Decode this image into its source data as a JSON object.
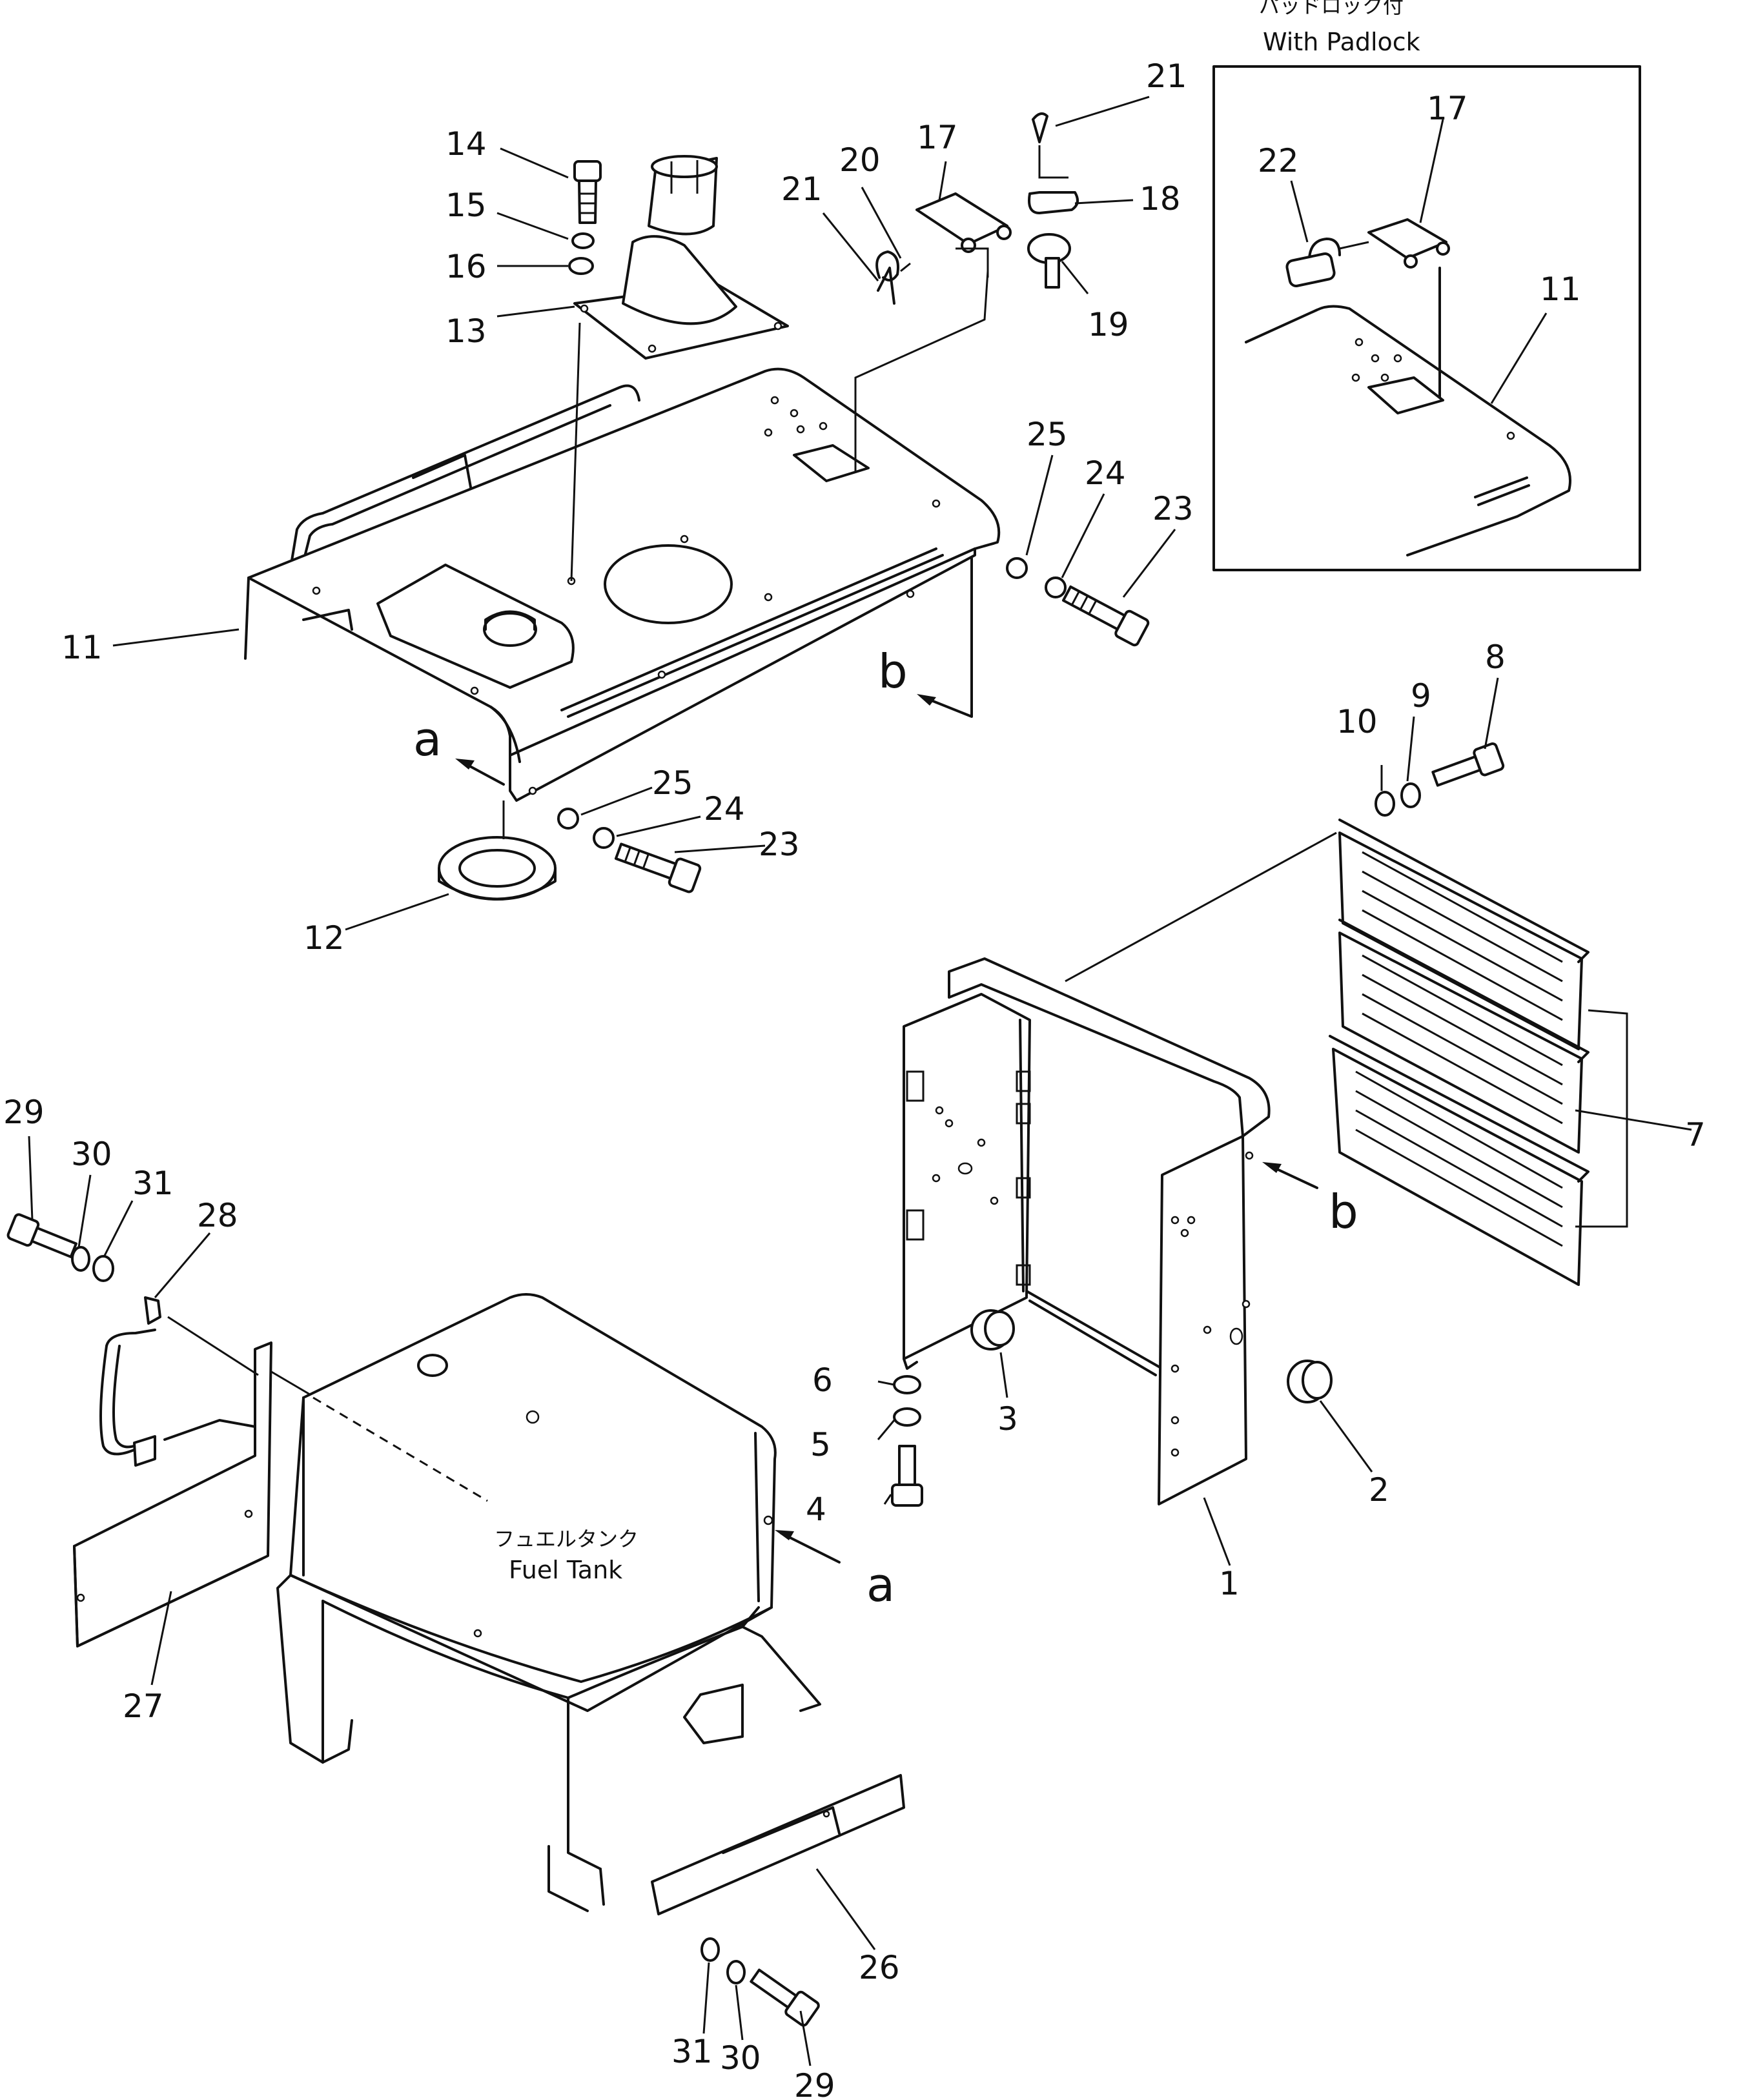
{
  "inset": {
    "caption_ja": "パッドロック付",
    "caption_en": "With Padlock",
    "labels": {
      "p17": "17",
      "p22": "22",
      "p11": "11"
    }
  },
  "tank": {
    "label_ja": "フュエルタンク",
    "label_en": "Fuel Tank"
  },
  "views": {
    "a_top": "a",
    "b_top": "b",
    "a_tank": "a",
    "b_frame": "b"
  },
  "labels": {
    "p1": "1",
    "p2": "2",
    "p3": "3",
    "p4": "4",
    "p5": "5",
    "p6": "6",
    "p7": "7",
    "p8": "8",
    "p9": "9",
    "p10": "10",
    "p11": "11",
    "p12": "12",
    "p13": "13",
    "p14": "14",
    "p15": "15",
    "p16": "16",
    "p17": "17",
    "p18": "18",
    "p19": "19",
    "p20": "20",
    "p21a": "21",
    "p21b": "21",
    "p23a": "23",
    "p24a": "24",
    "p25a": "25",
    "p23b": "23",
    "p24b": "24",
    "p25b": "25",
    "p26": "26",
    "p27": "27",
    "p28": "28",
    "p29a": "29",
    "p30a": "30",
    "p31a": "31",
    "p29b": "29",
    "p30b": "30",
    "p31b": "31"
  }
}
